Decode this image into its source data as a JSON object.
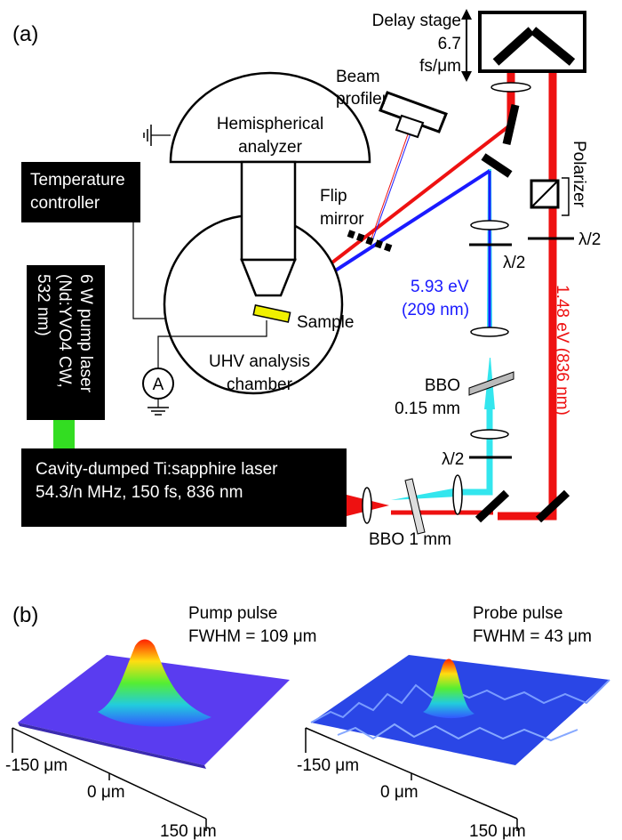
{
  "panel_a_label": "(a)",
  "panel_b_label": "(b)",
  "components": {
    "delay_stage": "Delay stage",
    "delay_value": "6.7",
    "delay_unit": "fs/μm",
    "beam_profiler_1": "Beam",
    "beam_profiler_2": "profiler",
    "analyzer_1": "Hemispherical",
    "analyzer_2": "analyzer",
    "temp_ctrl_1": "Temperature",
    "temp_ctrl_2": "controller",
    "flip_mirror_1": "Flip",
    "flip_mirror_2": "mirror",
    "polarizer": "Polarizer",
    "waveplate": "λ/2",
    "sample": "Sample",
    "chamber_1": "UHV analysis",
    "chamber_2": "chamber",
    "ammeter": "A",
    "pump_laser_1": "6 W pump laser",
    "pump_laser_2": "(Nd:YVO4 CW,",
    "pump_laser_3": "532 nm)",
    "bbo_thin_1": "BBO",
    "bbo_thin_2": "0.15 mm",
    "bbo_thick": "BBO 1 mm",
    "ti_laser_1": "Cavity-dumped Ti:sapphire laser",
    "ti_laser_2": "54.3/n MHz, 150 fs, 836 nm",
    "uv_energy": "5.93 eV",
    "uv_wavelength": "(209 nm)",
    "ir_beam": "1.48 eV (836 nm)"
  },
  "colors": {
    "ir_beam": "#ee1111",
    "uv_beam": "#1a1aff",
    "uv_cyan": "#33e6ee",
    "pump_green": "#33dd22",
    "sample": "#f0f000",
    "uv_text": "#1a1aff",
    "ir_text": "#ee1111"
  },
  "profiles": {
    "pump_title": "Pump pulse",
    "pump_fwhm": "FWHM = 109 μm",
    "probe_title": "Probe pulse",
    "probe_fwhm": "FWHM = 43 μm",
    "axis_neg": "-150 μm",
    "axis_zero": "0 μm",
    "axis_pos": "150 μm"
  }
}
